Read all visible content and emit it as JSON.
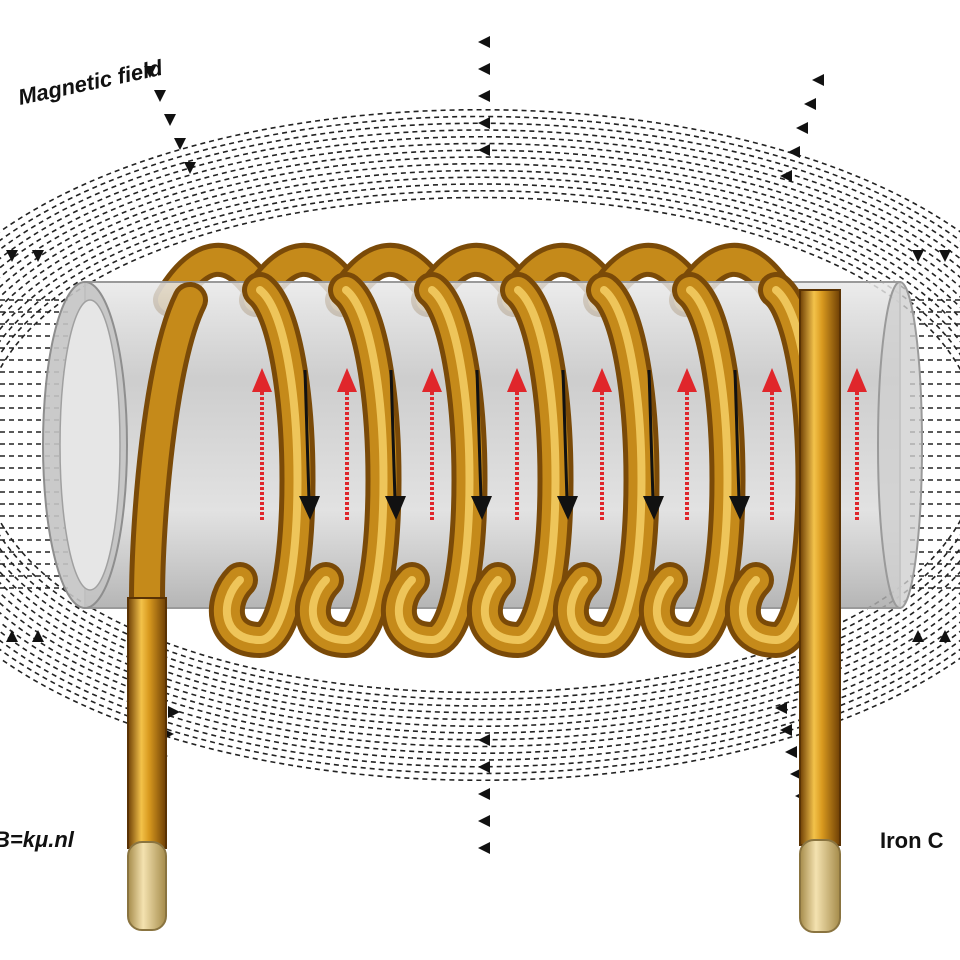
{
  "labels": {
    "field": "Magnetic field",
    "formula": "B=kμ.nl",
    "core": "Iron C"
  },
  "colors": {
    "field_line": "#222222",
    "copper": "#c58a1a",
    "copper_dark": "#7a4a08",
    "core": "#c9c9c9",
    "core_arrow": "#e0262b",
    "current_arrow": "#111111",
    "lead_tip": "#e8d29a"
  },
  "coil": {
    "turns": 7
  }
}
